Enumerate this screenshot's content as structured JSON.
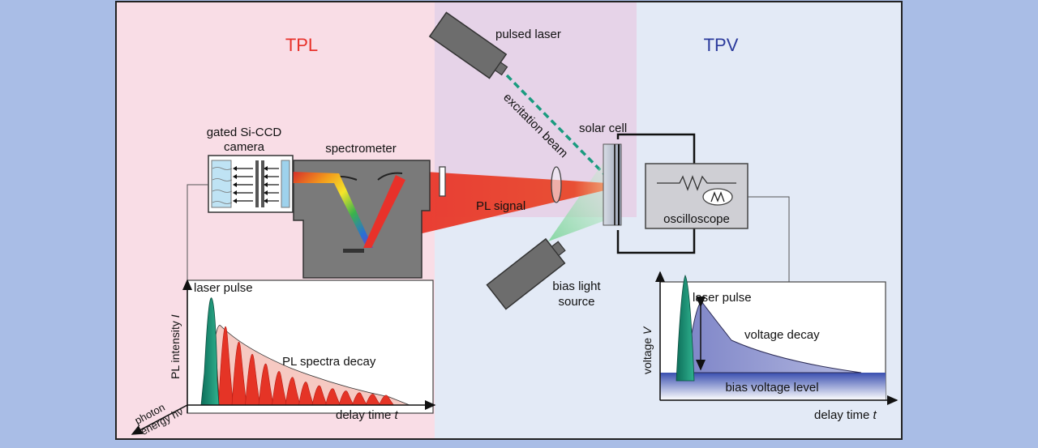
{
  "sections": {
    "tpl": {
      "title": "TPL",
      "color": "#e8312a"
    },
    "tpv": {
      "title": "TPV",
      "color": "#2b3a9c"
    }
  },
  "components": {
    "pulsed_laser": "pulsed laser",
    "excitation_beam": "excitation beam",
    "solar_cell": "solar cell",
    "camera_line1": "gated Si-CCD",
    "camera_line2": "camera",
    "spectrometer": "spectrometer",
    "pl_signal": "PL signal",
    "oscilloscope": "oscilloscope",
    "bias_light_line1": "bias light",
    "bias_light_line2": "source"
  },
  "tpl_plot": {
    "laser_pulse": "laser pulse",
    "y_axis": "PL intensity",
    "y_symbol": "I",
    "decay_label": "PL spectra decay",
    "x_axis": "delay time",
    "x_symbol": "t",
    "z_line1": "photon",
    "z_line2": "energy hν"
  },
  "tpv_plot": {
    "laser_pulse": "laser pulse",
    "decay_label": "voltage decay",
    "y_axis": "voltage",
    "y_symbol": "V",
    "bias_level": "bias voltage level",
    "x_axis": "delay time",
    "x_symbol": "t"
  },
  "colors": {
    "tpl_bg": "#f9dde6",
    "tpv_bg": "#e3eaf6",
    "laser_zone": "#e6d3e8",
    "beam_green": "#1a9b7f",
    "signal_red": "#e8312a",
    "device_gray": "#707070"
  }
}
